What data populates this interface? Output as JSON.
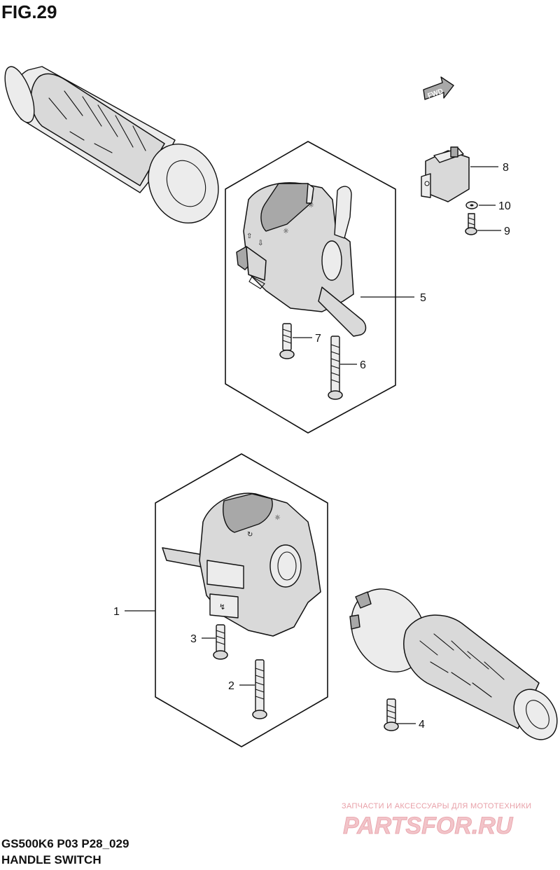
{
  "figure": {
    "title": "FIG.29"
  },
  "footer": {
    "model_code": "GS500K6 P03 P28_029",
    "section_name": "HANDLE SWITCH"
  },
  "direction_marker": {
    "label": "FWD"
  },
  "watermark": {
    "tagline": "ЗАПЧАСТИ И АКСЕССУАРЫ ДЛЯ МОТОТЕХНИКИ",
    "brand": "PARTSFOR.RU",
    "color": "#e8a0a8"
  },
  "callouts": {
    "c1": "1",
    "c2": "2",
    "c3": "3",
    "c4": "4",
    "c5": "5",
    "c6": "6",
    "c7": "7",
    "c8": "8",
    "c9": "9",
    "c10": "10"
  }
}
